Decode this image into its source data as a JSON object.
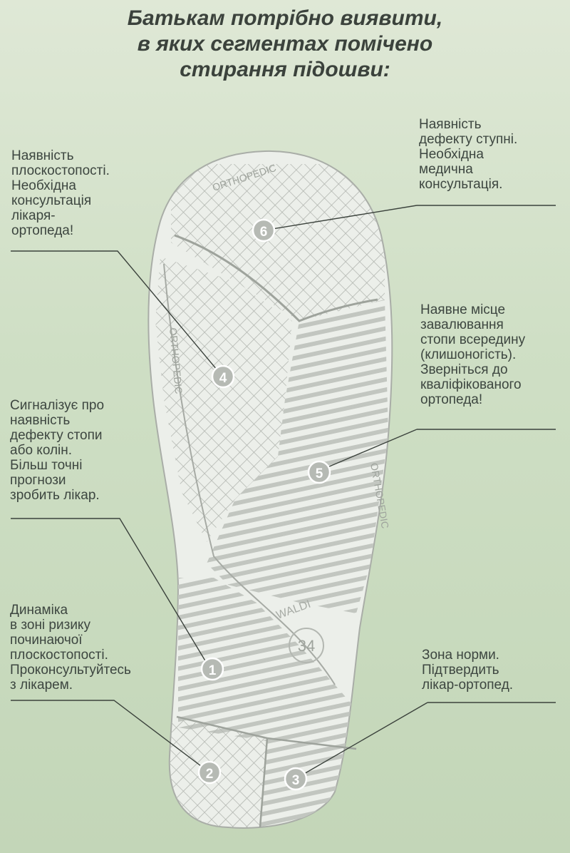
{
  "title": "Батькам потрібно виявити,\nв яких сегментах помічено\nстирання підошви:",
  "insole": {
    "brand_text": "ORTHOPEDIC",
    "logo_text": "WALDI",
    "size": "34"
  },
  "segments": [
    {
      "number": "1",
      "caption": "Динаміка\nв зоні ризику\nпочинаючої\nплоскостопості.\nПроконсультуйтесь\nз лікарем."
    },
    {
      "number": "2",
      "caption": "Сигналізує про\nнаявність\nдефекту стопи\nабо колін.\nБільш точні\nпрогнози\nзробить лікар."
    },
    {
      "number": "3",
      "caption": "Зона норми.\nПідтвердить\nлікар-ортопед."
    },
    {
      "number": "4",
      "caption": "Наявність\nплоскостопості.\nНеобхідна\nконсультація\nлікаря-\nортопеда!"
    },
    {
      "number": "5",
      "caption": "Наявне місце\nзавалювання\nстопи всередину\n(клишоногість).\nЗверніться до\nкваліфікованого\nортопеда!"
    },
    {
      "number": "6",
      "caption": "Наявність\nдефекту ступні.\nНеобхідна\nмедична\nконсультація."
    }
  ],
  "colors": {
    "background": "#cfdfc5",
    "insole": "#eceeea",
    "hatch": "#b9bdb8",
    "line": "#3b423c"
  }
}
